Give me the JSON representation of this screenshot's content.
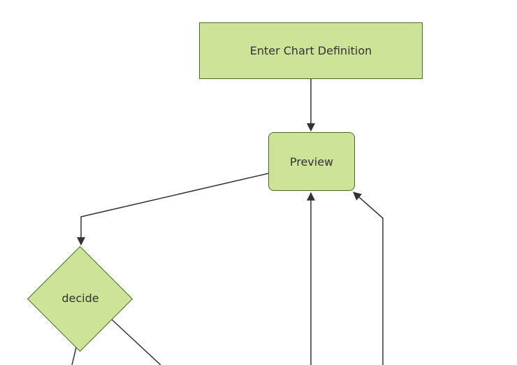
{
  "diagram": {
    "type": "flowchart",
    "nodes": [
      {
        "id": "A",
        "label": "Enter Chart Definition",
        "shape": "rectangle"
      },
      {
        "id": "B",
        "label": "Preview",
        "shape": "rounded-rectangle"
      },
      {
        "id": "C",
        "label": "decide",
        "shape": "diamond"
      }
    ],
    "edges": [
      {
        "from": "Enter Chart Definition",
        "to": "Preview",
        "arrowhead": true
      },
      {
        "from": "Preview",
        "to": "decide",
        "arrowhead": true
      },
      {
        "from": "offscreen-bottom-center",
        "to": "Preview",
        "arrowhead": true
      },
      {
        "from": "offscreen-bottom-right",
        "to": "Preview",
        "arrowhead": true
      },
      {
        "from": "decide",
        "to": "offscreen-bottom-left",
        "arrowhead": false
      },
      {
        "from": "decide",
        "to": "offscreen-bottom",
        "arrowhead": false
      }
    ],
    "colors": {
      "node_fill": "#cde498",
      "node_border": "#4a6b28",
      "edge": "#333333",
      "text": "#333333",
      "background": "#ffffff"
    }
  }
}
